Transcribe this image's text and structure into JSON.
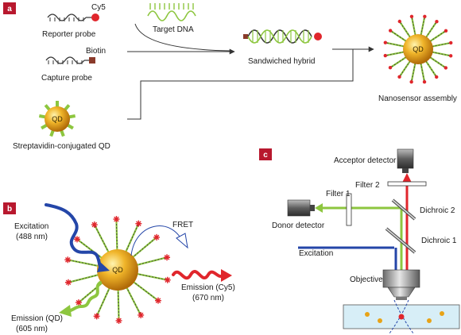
{
  "colors": {
    "panel_badge": "#b8182e",
    "dna_green": "#8dc63f",
    "dna_dark": "#333333",
    "qd_gold": "#e8a317",
    "cy5_red": "#e0262c",
    "biotin_brown": "#8a3a2a",
    "excitation_blue": "#2446a8",
    "donor_green": "#8dc63f",
    "acceptor_red": "#e0262c",
    "channel_fill": "#d7eef7"
  },
  "panel_a": {
    "badge": "a",
    "reporter_label": "Reporter probe",
    "cy5_label": "Cy5",
    "biotin_label": "Biotin",
    "capture_label": "Capture probe",
    "target_label": "Target DNA",
    "hybrid_label": "Sandwiched hybrid",
    "assembly_label": "Nanosensor assembly",
    "sa_qd_label": "Streptavidin-conjugated QD",
    "qd_text": "QD"
  },
  "panel_b": {
    "badge": "b",
    "excitation_label_1": "Excitation",
    "excitation_label_2": "(488 nm)",
    "fret_label": "FRET",
    "qd_text": "QD",
    "emission_cy5_1": "Emission (Cy5)",
    "emission_cy5_2": "(670 nm)",
    "emission_qd_1": "Emission (QD)",
    "emission_qd_2": "(605 nm)"
  },
  "panel_c": {
    "badge": "c",
    "acceptor_detector": "Acceptor detector",
    "filter2": "Filter 2",
    "filter1": "Filter 1",
    "dichroic2": "Dichroic 2",
    "donor_detector": "Donor detector",
    "dichroic1": "Dichroic 1",
    "excitation": "Excitation",
    "objective": "Objective"
  }
}
